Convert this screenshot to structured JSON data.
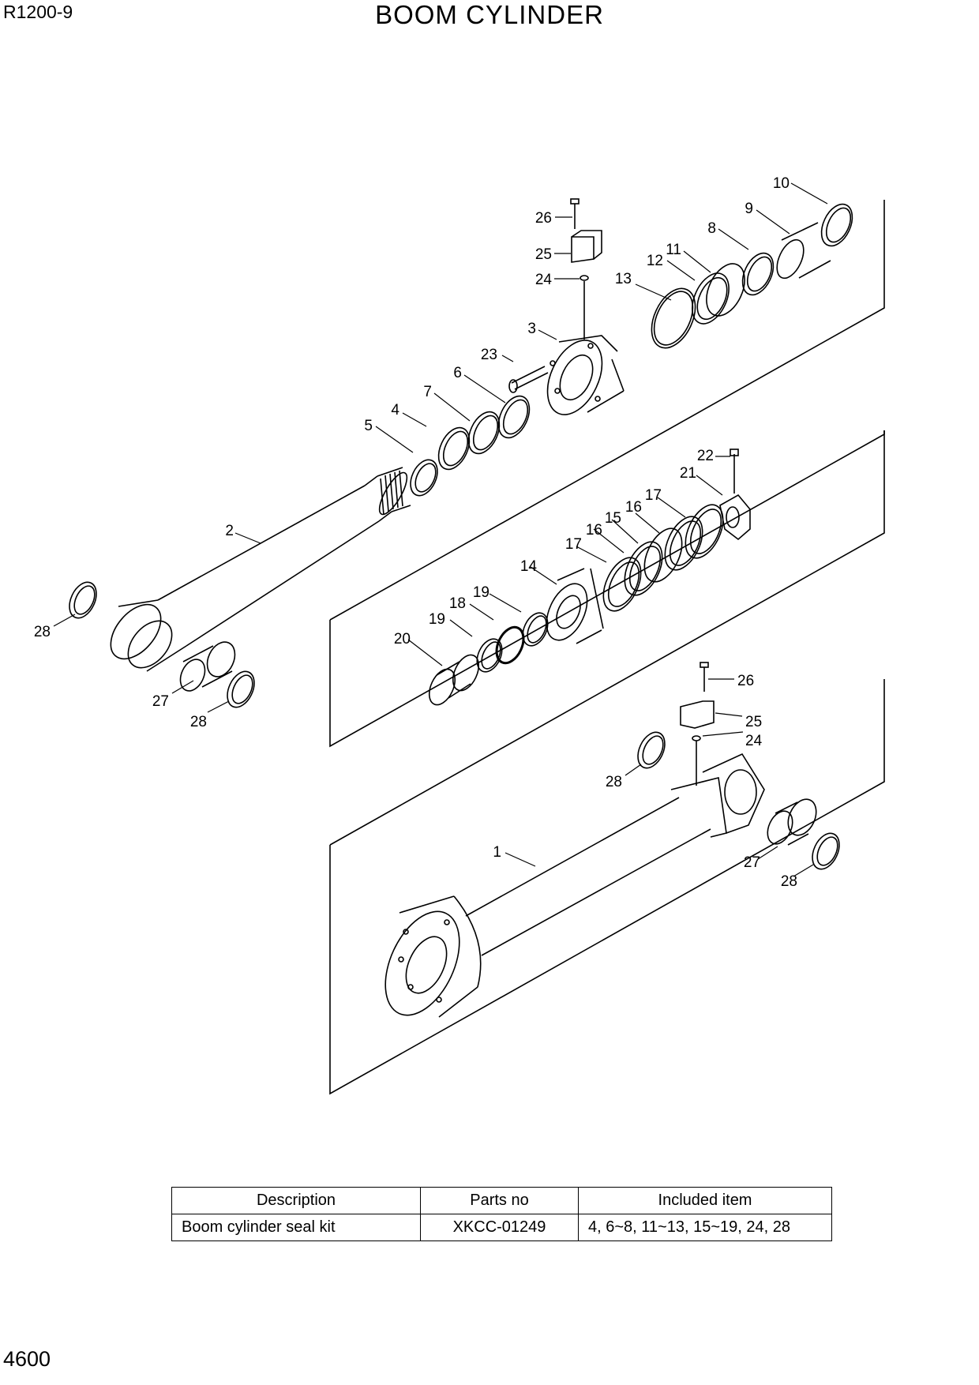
{
  "header": {
    "model": "R1200-9",
    "title": "BOOM CYLINDER"
  },
  "footer": {
    "page": "4600"
  },
  "callouts": [
    {
      "text": "1"
    },
    {
      "text": "2"
    },
    {
      "text": "3"
    },
    {
      "text": "4"
    },
    {
      "text": "5"
    },
    {
      "text": "6"
    },
    {
      "text": "7"
    },
    {
      "text": "8"
    },
    {
      "text": "9"
    },
    {
      "text": "10"
    },
    {
      "text": "11"
    },
    {
      "text": "12"
    },
    {
      "text": "13"
    },
    {
      "text": "14"
    },
    {
      "text": "15"
    },
    {
      "text": "16"
    },
    {
      "text": "16"
    },
    {
      "text": "17"
    },
    {
      "text": "17"
    },
    {
      "text": "18"
    },
    {
      "text": "19"
    },
    {
      "text": "19"
    },
    {
      "text": "20"
    },
    {
      "text": "21"
    },
    {
      "text": "22"
    },
    {
      "text": "23"
    },
    {
      "text": "24"
    },
    {
      "text": "24"
    },
    {
      "text": "25"
    },
    {
      "text": "25"
    },
    {
      "text": "26"
    },
    {
      "text": "26"
    },
    {
      "text": "27"
    },
    {
      "text": "27"
    },
    {
      "text": "28"
    },
    {
      "text": "28"
    },
    {
      "text": "28"
    },
    {
      "text": "28"
    }
  ],
  "kit_table": {
    "headers": [
      "Description",
      "Parts no",
      "Included item"
    ],
    "row": {
      "description": "Boom cylinder seal kit",
      "parts_no": "XKCC-01249",
      "included": "4, 6~8, 11~13, 15~19, 24, 28"
    }
  }
}
